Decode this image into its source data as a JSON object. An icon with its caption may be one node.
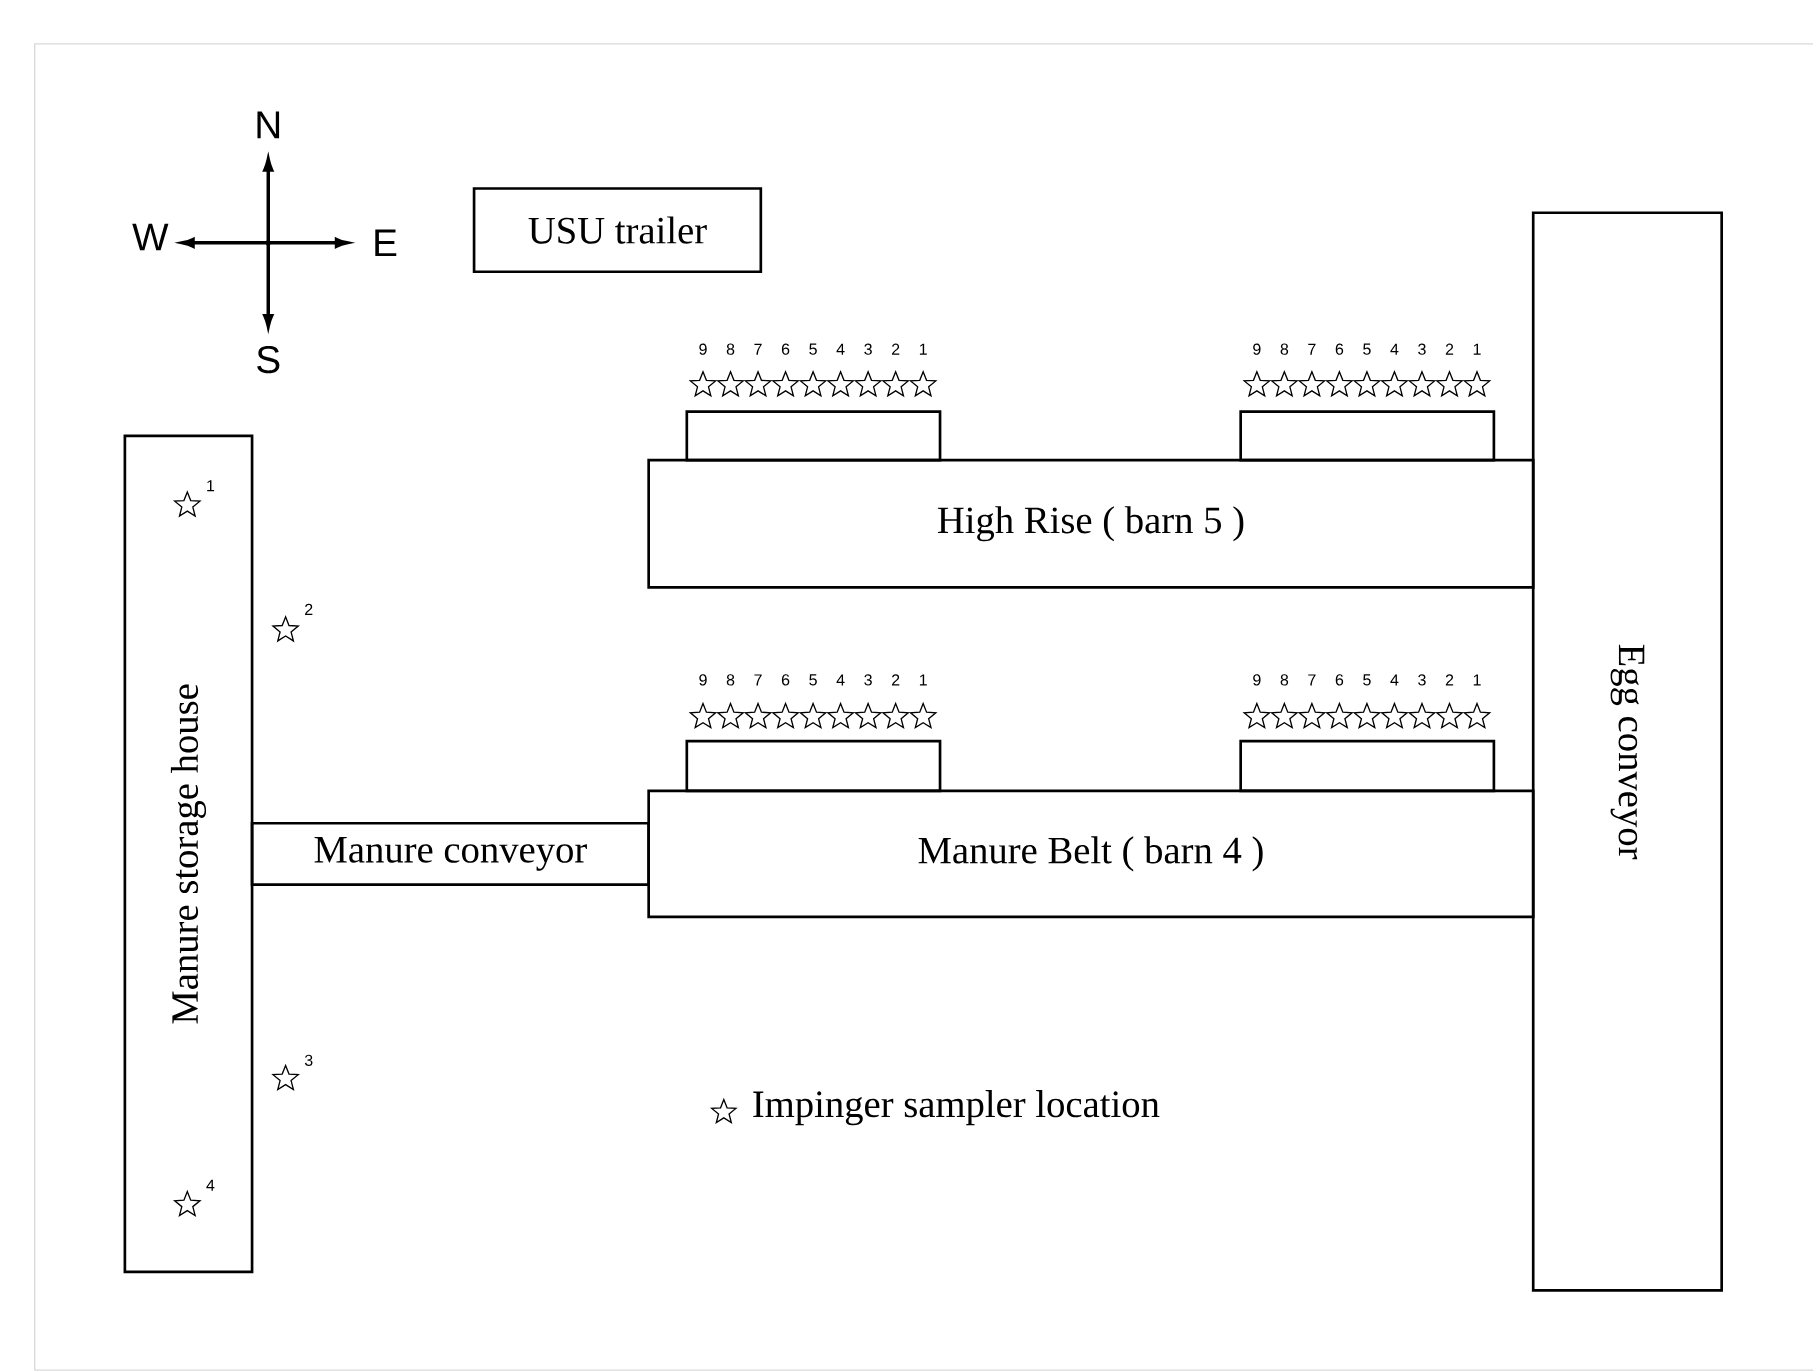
{
  "diagram": {
    "nodes": [
      {
        "text": [
          "USU trailer"
        ]
      },
      {
        "text": [
          "Egg conveyor"
        ]
      },
      {
        "text": [],
        "shape": "box"
      },
      {
        "text": [],
        "shape": "box"
      },
      {
        "text": [
          "Manure storage house"
        ]
      },
      {
        "text": [
          "High Rise ( barn 5 )"
        ]
      },
      {
        "text": [],
        "shape": "box"
      },
      {
        "text": [],
        "shape": "box"
      },
      {
        "text": [
          "Manure Belt ( barn 4 )"
        ]
      },
      {
        "text": [
          "Manure conveyor"
        ]
      }
    ],
    "labels": [
      "N",
      "W",
      "E",
      "S",
      "9",
      "8",
      "7",
      "6",
      "5",
      "4",
      "3",
      "2",
      "1",
      "9",
      "8",
      "7",
      "6",
      "5",
      "4",
      "3",
      "2",
      "1",
      "1",
      "2",
      "9",
      "8",
      "7",
      "6",
      "5",
      "4",
      "3",
      "2",
      "1",
      "9",
      "8",
      "7",
      "6",
      "5",
      "4",
      "3",
      "2",
      "1",
      "3",
      "4"
    ],
    "legend": [
      {
        "text": "Impinger sampler location"
      }
    ]
  }
}
